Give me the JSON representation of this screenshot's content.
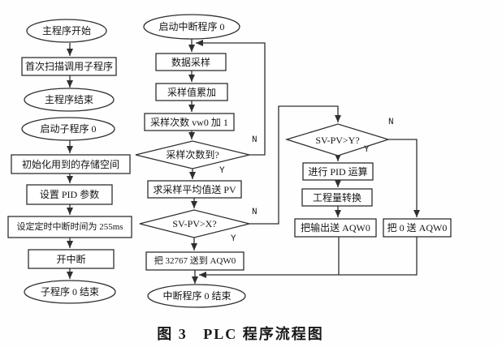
{
  "figure": {
    "caption": "图 3   PLC 程序流程图"
  },
  "colors": {
    "line": "#2f2f2f",
    "shape_fill": "#ffffff",
    "text": "#141414",
    "background": "#fefefe"
  },
  "nodes": {
    "main_start": {
      "shape": "terminator",
      "label": "主程序开始"
    },
    "first_scan_call": {
      "shape": "process",
      "label": "首次扫描调用子程序"
    },
    "main_end": {
      "shape": "terminator",
      "label": "主程序结束"
    },
    "sub0_start": {
      "shape": "terminator",
      "label": "启动子程序 0"
    },
    "init_memory": {
      "shape": "process",
      "label": "初始化用到的存储空间"
    },
    "set_pid_params": {
      "shape": "process",
      "label": "设置 PID 参数"
    },
    "set_timed_interrupt": {
      "shape": "process",
      "label": "设定定时中断时间为 255ms"
    },
    "open_interrupt": {
      "shape": "process",
      "label": "开中断"
    },
    "sub0_end": {
      "shape": "terminator",
      "label": "子程序 0 结束"
    },
    "int0_start": {
      "shape": "terminator",
      "label": "启动中断程序 0"
    },
    "data_sampling": {
      "shape": "process",
      "label": "数据采样"
    },
    "sample_accumulate": {
      "shape": "process",
      "label": "采样值累加"
    },
    "sample_count_inc": {
      "shape": "process",
      "label": "采样次数 vw0 加 1"
    },
    "sample_count_done": {
      "shape": "decision",
      "label": "采样次数到?"
    },
    "avg_to_pv": {
      "shape": "process",
      "label": "求采样平均值送 PV"
    },
    "sv_pv_gt_x": {
      "shape": "decision",
      "label": "SV-PV>X?"
    },
    "send_32767_aqw0": {
      "shape": "process",
      "label": "把 32767 送到 AQW0"
    },
    "int0_end": {
      "shape": "terminator",
      "label": "中断程序 0 结束"
    },
    "sv_pv_gt_y": {
      "shape": "decision",
      "label": "SV-PV>Y?"
    },
    "pid_compute": {
      "shape": "process",
      "label": "进行 PID 运算"
    },
    "eng_convert": {
      "shape": "process",
      "label": "工程量转换"
    },
    "output_to_aqw0": {
      "shape": "process",
      "label": "把输出送 AQW0"
    },
    "zero_to_aqw0": {
      "shape": "process",
      "label": "把 0 送 AQW0"
    }
  },
  "branch_labels": {
    "sample_count_no": "N",
    "sample_count_yes": "Y",
    "x_no": "N",
    "x_yes": "Y",
    "y_no": "N",
    "y_yes": "Y"
  }
}
